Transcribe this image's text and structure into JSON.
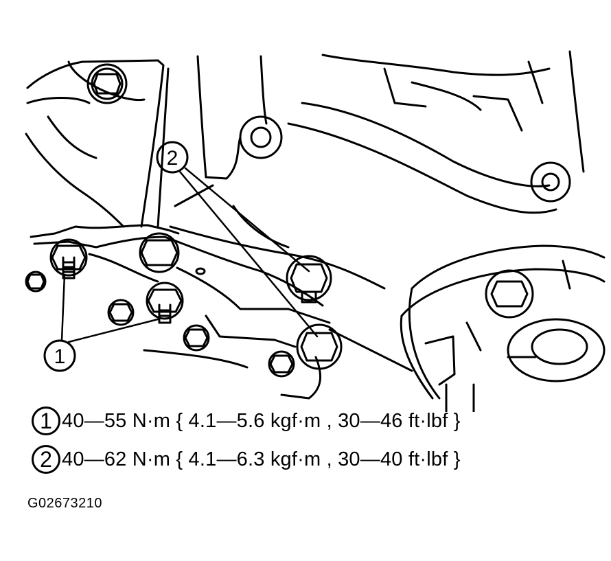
{
  "callouts": [
    {
      "number": "1",
      "spec": "40—55 N·m { 4.1—5.6 kgf·m , 30—46 ft·lbf }"
    },
    {
      "number": "2",
      "spec": "40—62 N·m { 4.1—6.3 kgf·m , 30—40 ft·lbf }"
    }
  ],
  "figure_id": "G02673210"
}
